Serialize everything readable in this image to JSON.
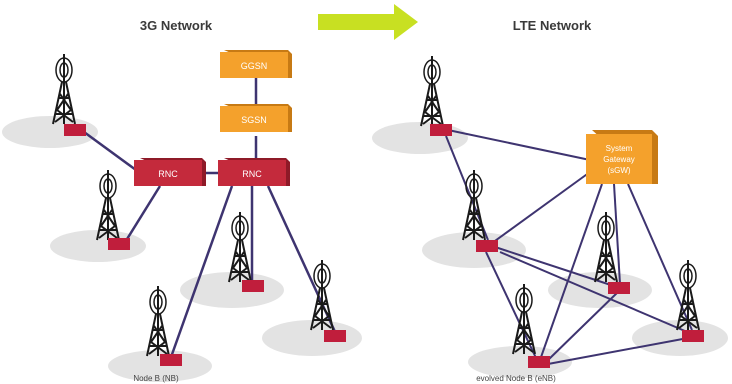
{
  "title_left": "3G Network",
  "title_right": "LTE Network",
  "three_g": {
    "ggsn_label": "GGSN",
    "sgsn_label": "SGSN",
    "rnc_labels": [
      "RNC",
      "RNC"
    ],
    "node_label": "Node B (NB)"
  },
  "lte": {
    "gateway_lines": [
      "System",
      "Gateway",
      "(sGW)"
    ],
    "node_label": "evolved Node B (eNB)"
  },
  "colors": {
    "arrow": "#c8e022",
    "orange_box": "#f4a12c",
    "red_box": "#c42a3c",
    "node": "#c01e3c",
    "cell": "#e3e3e3",
    "link": "#3e3470",
    "tower": "#1a1a1a"
  }
}
